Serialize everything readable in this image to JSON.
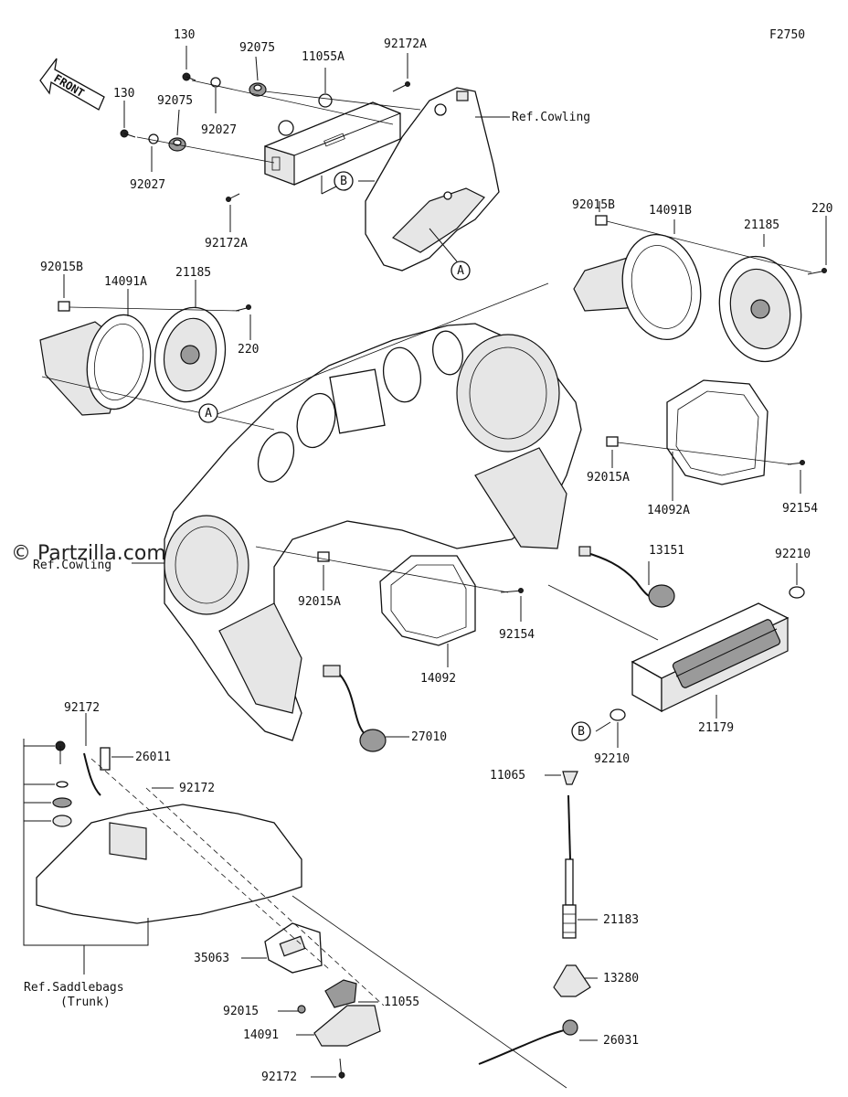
{
  "figure_code": "F2750",
  "watermark": "© Partzilla.com",
  "front_arrow": "FRONT",
  "callouts": {
    "a": "A",
    "b": "B"
  },
  "labels": {
    "p130_top": "130",
    "p130_left": "130",
    "p92075_top": "92075",
    "p92075_mid": "92075",
    "p11055A": "11055A",
    "p92172A_top": "92172A",
    "p92027_top": "92027",
    "p92027_left": "92027",
    "p92172A_bot": "92172A",
    "ref_cowling_top": "Ref.Cowling",
    "p92015B_right": "92015B",
    "p14091B": "14091B",
    "p21185_right": "21185",
    "p220_right": "220",
    "p92015B_left": "92015B",
    "p14091A": "14091A",
    "p21185_left": "21185",
    "p220_left": "220",
    "p92015A_right": "92015A",
    "p14092A": "14092A",
    "p92154_right": "92154",
    "ref_cowling_left": "Ref.Cowling",
    "p92015A_left": "92015A",
    "p13151": "13151",
    "p92210_top": "92210",
    "p92154_mid": "92154",
    "p14092": "14092",
    "p21179": "21179",
    "p92210_bot": "92210",
    "p27010": "27010",
    "p92172_top": "92172",
    "p26011": "26011",
    "p92172_mid": "92172",
    "p11065": "11065",
    "p21183": "21183",
    "p35063": "35063",
    "ref_saddlebags": "Ref.Saddlebags",
    "trunk": "(Trunk)",
    "p13280": "13280",
    "p92015": "92015",
    "p11055": "11055",
    "p14091": "14091",
    "p26031": "26031",
    "p92172_bot": "92172"
  }
}
